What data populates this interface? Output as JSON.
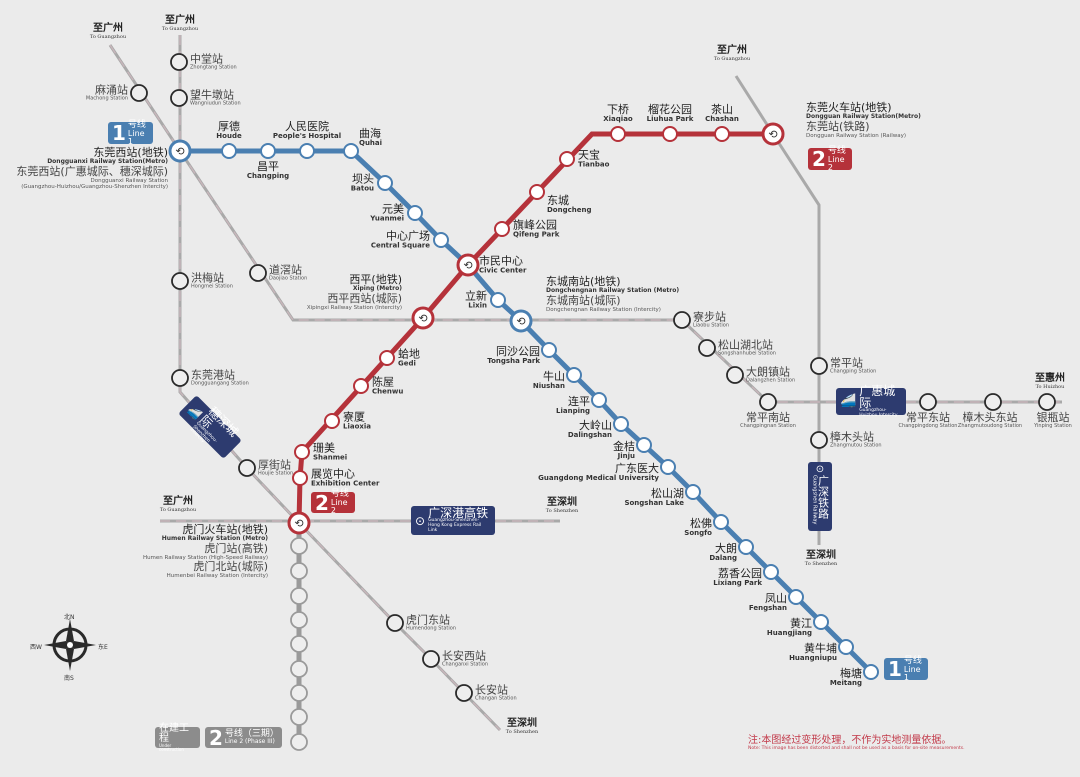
{
  "colors": {
    "line1": "#4a7fb1",
    "line2": "#b5323a",
    "rail": "#a9a9a9",
    "badge_navy": "#2d3b6f",
    "note": "#c23a4a"
  },
  "line1": {
    "badge": {
      "num": "1",
      "zh": "号线",
      "en": "Line 1"
    },
    "stations": [
      {
        "ref": "dongguanxi"
      },
      {
        "zh": "厚德",
        "en": "Houde"
      },
      {
        "zh": "昌平",
        "en": "Changping"
      },
      {
        "zh": "人民医院",
        "en": "People's Hospital"
      },
      {
        "zh": "曲海",
        "en": "Quhai"
      },
      {
        "zh": "坝头",
        "en": "Batou"
      },
      {
        "zh": "元美",
        "en": "Yuanmei"
      },
      {
        "zh": "中心广场",
        "en": "Central Square"
      },
      {
        "zh": "市民中心",
        "en": "Civic Center"
      },
      {
        "zh": "立新",
        "en": "Lixin"
      },
      {
        "ref": "dongchengnan"
      },
      {
        "zh": "同沙公园",
        "en": "Tongsha Park"
      },
      {
        "zh": "牛山",
        "en": "Niushan"
      },
      {
        "zh": "连平",
        "en": "Lianping"
      },
      {
        "zh": "大岭山",
        "en": "Dalingshan"
      },
      {
        "zh": "金桔",
        "en": "Jinju"
      },
      {
        "zh": "广东医大",
        "en": "Guangdong Medical University"
      },
      {
        "zh": "松山湖",
        "en": "Songshan Lake"
      },
      {
        "zh": "松佛",
        "en": "Songfo"
      },
      {
        "zh": "大朗",
        "en": "Dalang"
      },
      {
        "zh": "荔香公园",
        "en": "Lixiang Park"
      },
      {
        "zh": "凤山",
        "en": "Fengshan"
      },
      {
        "zh": "黄江",
        "en": "Huangjiang"
      },
      {
        "zh": "黄牛埔",
        "en": "Huangniupu"
      },
      {
        "zh": "梅塘",
        "en": "Meitang"
      }
    ]
  },
  "line2": {
    "badge": {
      "num": "2",
      "zh": "号线",
      "en": "Line 2"
    },
    "stations": [
      {
        "ref": "dongguan"
      },
      {
        "zh": "茶山",
        "en": "Chashan"
      },
      {
        "zh": "榴花公园",
        "en": "Liuhua Park"
      },
      {
        "zh": "下桥",
        "en": "Xiaqiao"
      },
      {
        "zh": "天宝",
        "en": "Tianbao"
      },
      {
        "zh": "东城",
        "en": "Dongcheng"
      },
      {
        "zh": "旗峰公园",
        "en": "Qifeng Park"
      },
      {
        "ref": "civic-center"
      },
      {
        "ref": "xiping"
      },
      {
        "zh": "蛤地",
        "en": "Gedi"
      },
      {
        "zh": "陈屋",
        "en": "Chenwu"
      },
      {
        "zh": "寮厦",
        "en": "Liaoxia"
      },
      {
        "zh": "珊美",
        "en": "Shanmei"
      },
      {
        "zh": "展览中心",
        "en": "Exhibition Center"
      },
      {
        "ref": "humen"
      }
    ]
  },
  "rail_stations": [
    {
      "zh": "中堂站",
      "en": "Zhongtang Station"
    },
    {
      "zh": "望牛墩站",
      "en": "Wangniudun Station"
    },
    {
      "zh": "麻涌站",
      "en": "Machong Station"
    },
    {
      "zh": "洪梅站",
      "en": "Hongmei Station"
    },
    {
      "zh": "道滘站",
      "en": "Daojiao Station"
    },
    {
      "zh": "东莞港站",
      "en": "Dongguangang Station"
    },
    {
      "zh": "厚街站",
      "en": "Houjie Station"
    },
    {
      "zh": "虎门东站",
      "en": "Humendong Station"
    },
    {
      "zh": "长安西站",
      "en": "Changanxi Station"
    },
    {
      "zh": "长安站",
      "en": "Changan Station"
    },
    {
      "zh": "寮步站",
      "en": "Liaobu Station"
    },
    {
      "zh": "松山湖北站",
      "en": "Songshanhubei Station"
    },
    {
      "zh": "大朗镇站",
      "en": "Dalangzhen Station"
    },
    {
      "zh": "常平南站",
      "en": "Changpingnan Station"
    },
    {
      "zh": "常平东站",
      "en": "Changpingdong Station"
    },
    {
      "zh": "樟木头东站",
      "en": "Zhangmutoudong Station"
    },
    {
      "zh": "银瓶站",
      "en": "Yinping Station"
    },
    {
      "zh": "常平站",
      "en": "Changping Station"
    },
    {
      "zh": "樟木头站",
      "en": "Zhangmutou Station"
    }
  ],
  "interchanges": {
    "dongguanxi": {
      "zh1": "东莞西站(地铁)",
      "en1": "Dongguanxi Railway Station(Metro)",
      "zh2": "东莞西站(广惠城际、穗深城际)",
      "en2": "Dongguanxi Railway Station",
      "en3": "(Guangzhou-Huizhou/Guangzhou-Shenzhen Intercity)"
    },
    "dongguan": {
      "zh1": "东莞火车站(地铁)",
      "en1": "Dongguan Railway Station(Metro)",
      "zh2": "东莞站(铁路)",
      "en2": "Dongguan Railway Station (Railway)"
    },
    "xiping": {
      "zh1": "西平(地铁)",
      "en1": "Xiping (Metro)",
      "zh2": "西平西站(城际)",
      "en2": "Xipingxi Railway Station (Intercity)"
    },
    "dongchengnan": {
      "zh1": "东城南站(地铁)",
      "en1": "Dongchengnan Railway Station (Metro)",
      "zh2": "东城南站(城际)",
      "en2": "Dongchengnan Railway Station (Intercity)"
    },
    "humen": {
      "zh1": "虎门火车站(地铁)",
      "en1": "Humen Railway Station (Metro)",
      "zh2": "虎门站(高铁)",
      "en2": "Humen Railway Station (High-Speed Railway)",
      "zh3": "虎门北站(城际)",
      "en3": "Humenbei Railway Station (Intercity)"
    }
  },
  "rail_badges": {
    "guanghui": {
      "zh": "广惠城际",
      "en": "Guangzhou-Huizhou Intercity"
    },
    "guangshen_rail": {
      "zh": "广深铁路",
      "en": "Guangshen Railway"
    },
    "gsg_hsr": {
      "zh": "广深港高铁",
      "en": "Guangzhou-Shenzhen-Hong Kong Express Rail Link"
    },
    "suishen": {
      "zh": "穗深城际",
      "en": "Guangzhou-Shenzhen Intercity"
    }
  },
  "directions": [
    {
      "zh": "至广州",
      "en": "To Guangzhou"
    },
    {
      "zh": "至广州",
      "en": "To Guangzhou"
    },
    {
      "zh": "至广州",
      "en": "To Guangzhou"
    },
    {
      "zh": "至惠州",
      "en": "To Huizhou"
    },
    {
      "zh": "至深圳",
      "en": "To Shenzhen"
    },
    {
      "zh": "至广州",
      "en": "To Guangzhou"
    },
    {
      "zh": "至深圳",
      "en": "To Shenzhen"
    },
    {
      "zh": "至深圳",
      "en": "To Shenzhen"
    }
  ],
  "compass": {
    "n": "北N",
    "s": "南S",
    "e": "东E",
    "w": "西W"
  },
  "legend": {
    "construction": {
      "zh": "在建工程",
      "en": "Under construction"
    },
    "phase3": {
      "num": "2",
      "zh": "号线（三期）",
      "en": "Line 2 (Phase III)"
    }
  },
  "note": {
    "zh": "注:本图经过变形处理，不作为实地测量依据。",
    "en": "Note: This image has been distorted and shall not be used as a basis for on-site measurements."
  }
}
